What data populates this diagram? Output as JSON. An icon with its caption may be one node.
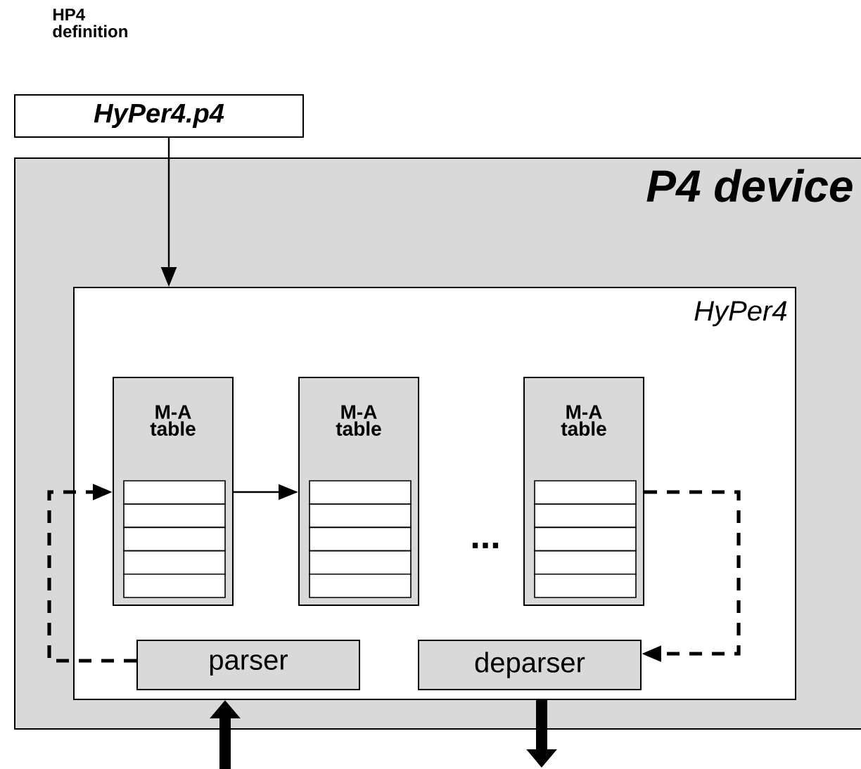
{
  "diagram": {
    "nodes": [
      {
        "text": [
          "HyPer4.p4"
        ],
        "beside": [
          "HP4 definition"
        ]
      },
      {
        "text": [
          "P4 device"
        ]
      },
      {
        "text": [
          "HyPer4"
        ],
        "in": 1
      },
      {
        "text": [
          "M-A table"
        ],
        "in": 2
      },
      {
        "text": [
          "M-A table"
        ],
        "in": 2
      },
      {
        "text": [
          "M-A table"
        ],
        "in": 2
      },
      {
        "text": [
          "parser"
        ],
        "in": 2
      },
      {
        "text": [
          "deparser"
        ],
        "in": 2
      }
    ],
    "edges": [
      {
        "from": 0,
        "to": 2,
        "arrow": "to"
      },
      {
        "from": 3,
        "to": 4,
        "arrow": "to"
      },
      {
        "from": 6,
        "to": 3,
        "arrow": "to",
        "style": "dashed"
      },
      {
        "from": 5,
        "to": 7,
        "arrow": "to",
        "style": "dashed"
      },
      {
        "from": null,
        "to": 2,
        "arrow": "to",
        "style": "thick"
      },
      {
        "from": 2,
        "to": null,
        "arrow": "to",
        "style": "thick"
      }
    ],
    "labels": [
      "..."
    ]
  }
}
